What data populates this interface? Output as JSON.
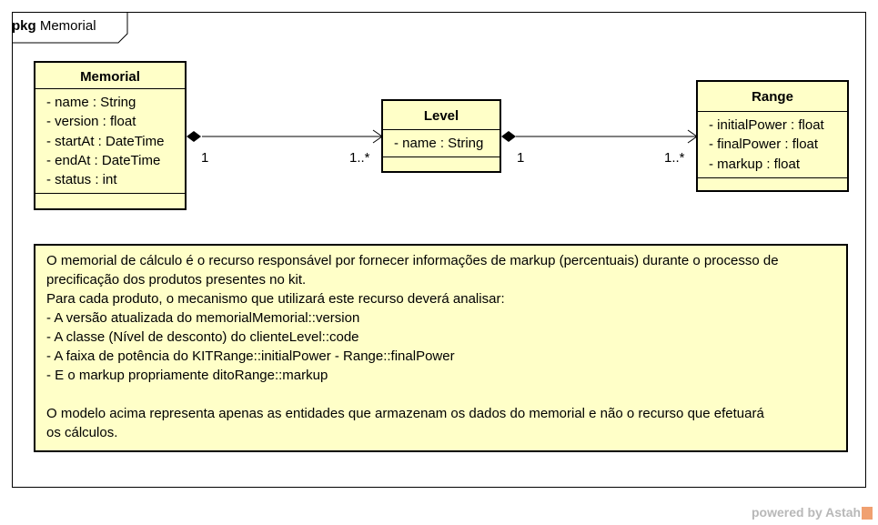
{
  "package": {
    "keyword": "pkg",
    "name": "Memorial"
  },
  "classes": {
    "memorial": {
      "name": "Memorial",
      "attributes": [
        "- name : String",
        "- version : float",
        "- startAt : DateTime",
        "- endAt : DateTime",
        "- status : int"
      ]
    },
    "level": {
      "name": "Level",
      "attributes": [
        "- name : String"
      ]
    },
    "range": {
      "name": "Range",
      "attributes": [
        "- initialPower : float",
        "- finalPower : float",
        "- markup : float"
      ]
    }
  },
  "associations": [
    {
      "from": "Memorial",
      "to": "Level",
      "kind": "composition",
      "source_multiplicity": "1",
      "target_multiplicity": "1..*"
    },
    {
      "from": "Level",
      "to": "Range",
      "kind": "composition",
      "source_multiplicity": "1",
      "target_multiplicity": "1..*"
    }
  ],
  "note": {
    "lines": [
      "O memorial de cálculo é o recurso responsável por fornecer informações de markup (percentuais) durante o processo de",
      "precificação dos produtos presentes no kit.",
      "Para cada produto, o mecanismo que utilizará este recurso deverá analisar:",
      "- A versão atualizada do memorialMemorial::version",
      "- A classe (Nível de desconto) do clienteLevel::code",
      "- A faixa de potência do KITRange::initialPower  - Range::finalPower",
      "- E o markup propriamente ditoRange::markup",
      "",
      "O modelo acima representa apenas as entidades que armazenam os dados do memorial e não o recurso que efetuará",
      "os cálculos."
    ]
  },
  "footer": {
    "text": "powered by Astah"
  },
  "colors": {
    "class_fill": "#ffffc8",
    "line": "#000000",
    "footer_text": "#b8b8b8"
  }
}
